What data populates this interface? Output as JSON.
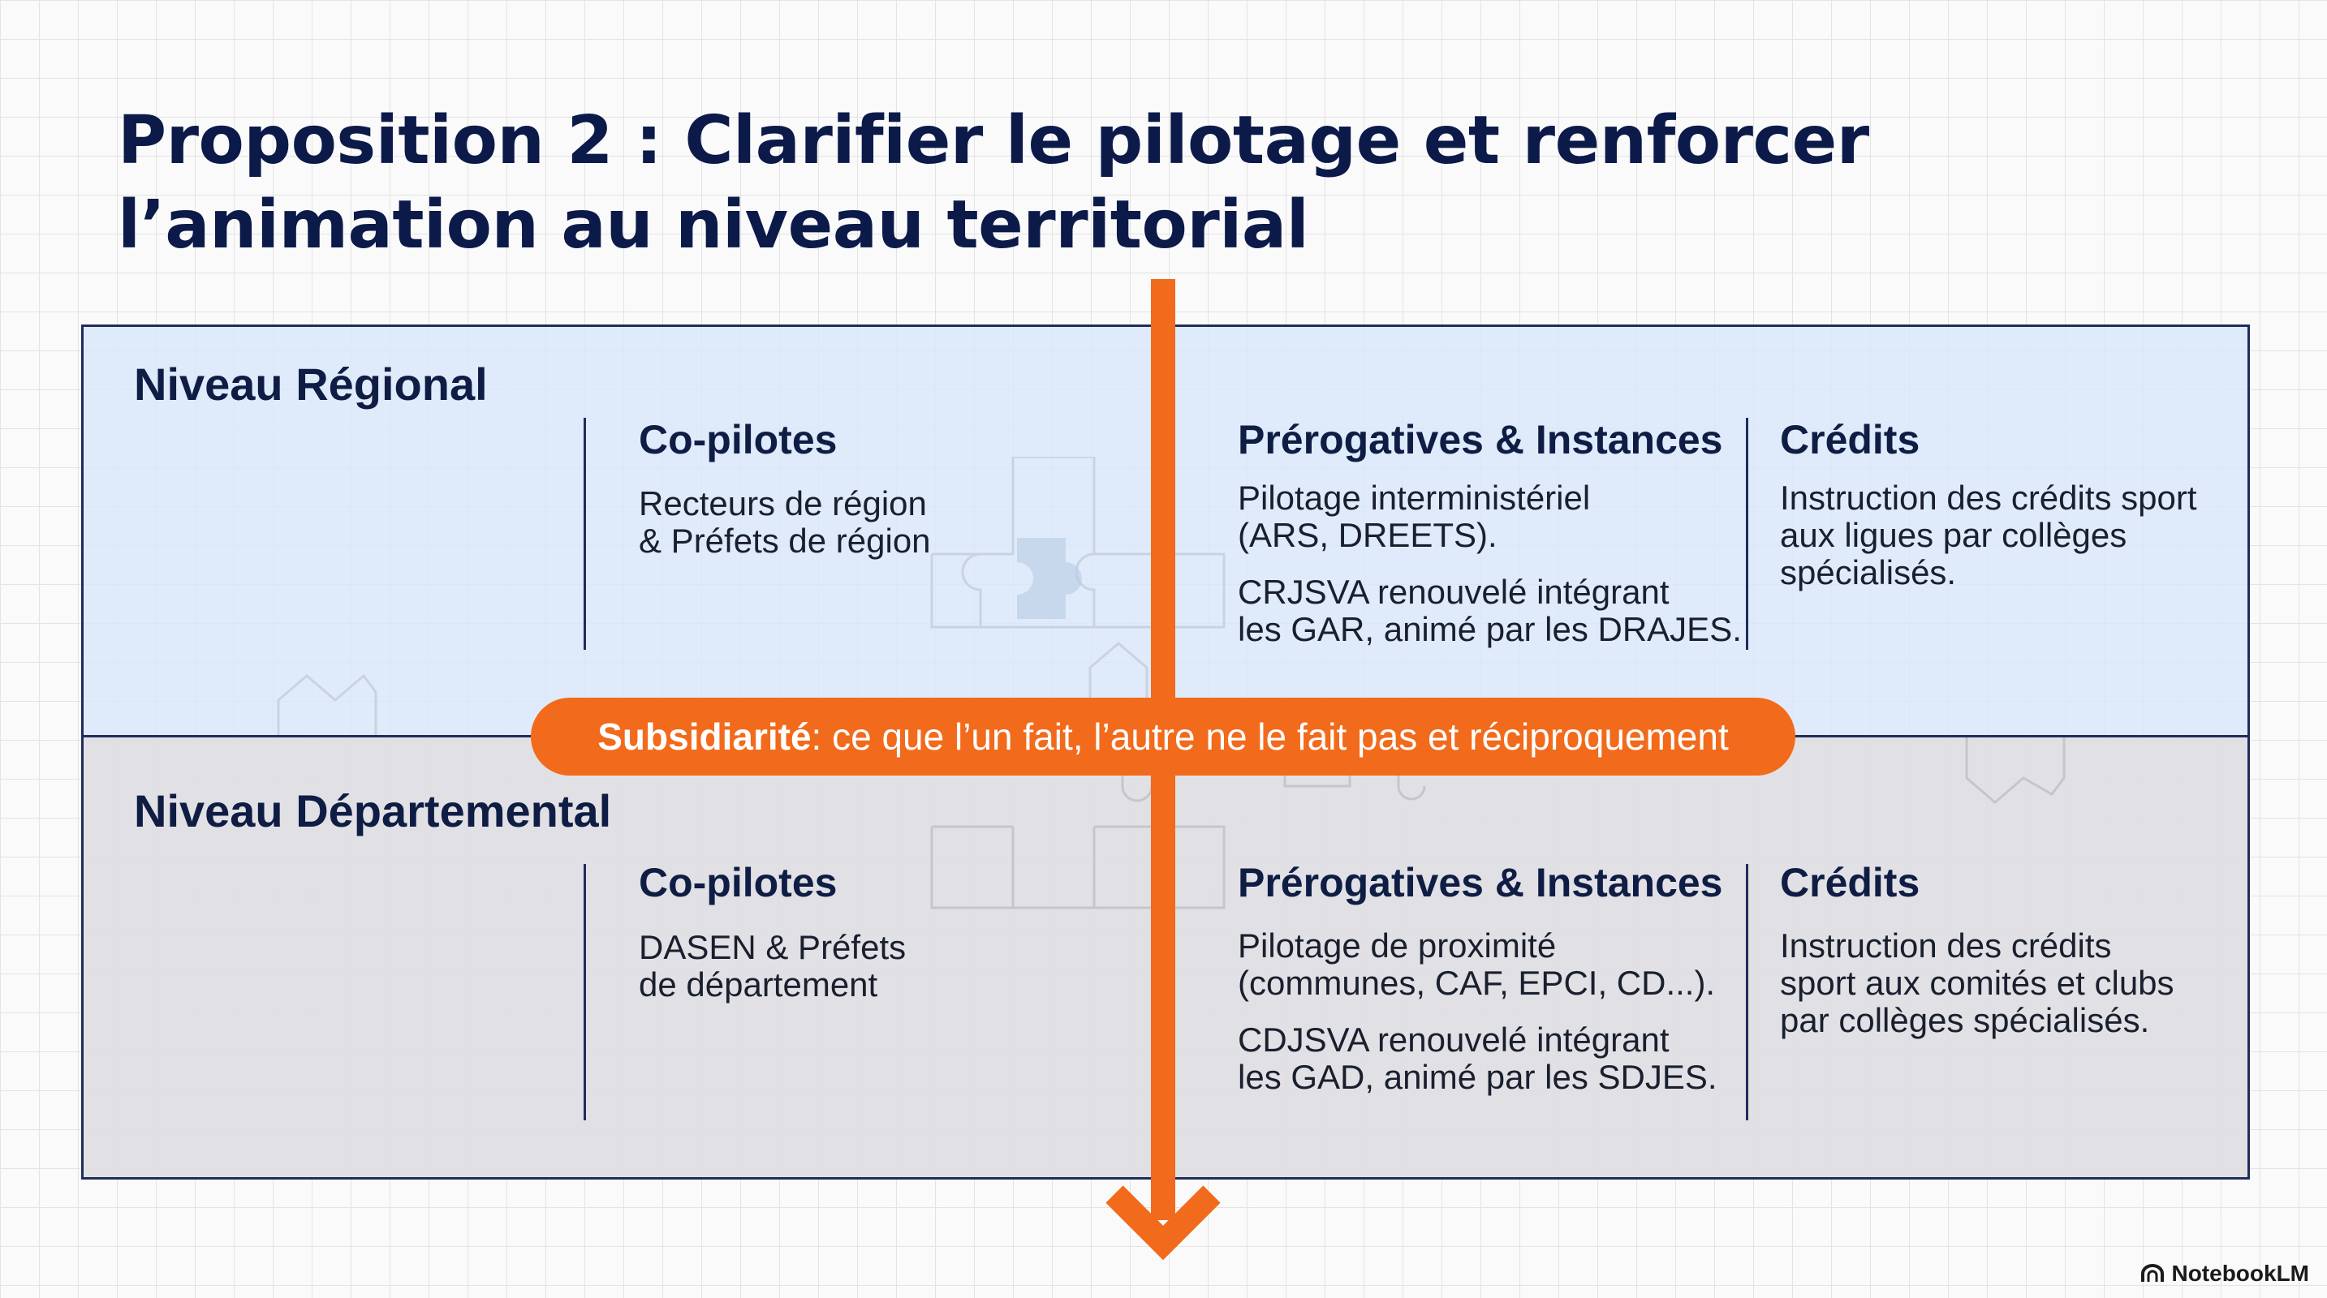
{
  "title": {
    "line1": "Proposition 2 : Clarifier le pilotage et renforcer",
    "line2": "l’animation au niveau territorial"
  },
  "regional": {
    "level_label": "Niveau Régional",
    "copilotes": {
      "heading": "Co-pilotes",
      "line1": "Recteurs de région",
      "line2": "& Préfets de région"
    },
    "prerogatives": {
      "heading": "Prérogatives & Instances",
      "p1_line1": "Pilotage interministériel",
      "p1_line2": "(ARS, DREETS).",
      "p2_line1": "CRJSVA renouvelé intégrant",
      "p2_line2": "les GAR, animé par les DRAJES."
    },
    "credits": {
      "heading": "Crédits",
      "line1": "Instruction des crédits sport",
      "line2": "aux ligues par collèges",
      "line3": "spécialisés."
    }
  },
  "departmental": {
    "level_label": "Niveau Départemental",
    "copilotes": {
      "heading": "Co-pilotes",
      "line1": "DASEN & Préfets",
      "line2": "de département"
    },
    "prerogatives": {
      "heading": "Prérogatives & Instances",
      "p1_line1": "Pilotage de proximité",
      "p1_line2": "(communes, CAF, EPCI, CD...).",
      "p2_line1": "CDJSVA renouvelé intégrant",
      "p2_line2": "les GAD, animé par les SDJES."
    },
    "credits": {
      "heading": "Crédits",
      "line1": "Instruction des crédits",
      "line2": "sport aux comités et clubs",
      "line3": "par collèges spécialisés."
    }
  },
  "banner": {
    "bold": "Subsidiarité",
    "rest": " : ce que l’un fait, l’autre ne le fait pas et réciproquement"
  },
  "footer": {
    "badge": "NotebookLM"
  },
  "colors": {
    "accent_orange": "#f26a1b",
    "navy": "#0b1a49",
    "regional_bg": "#dae8fa",
    "departmental_bg": "#dedee2"
  },
  "icons": [
    "puzzle-decoration-icon",
    "notebooklm-logo-icon",
    "down-arrow-icon"
  ]
}
